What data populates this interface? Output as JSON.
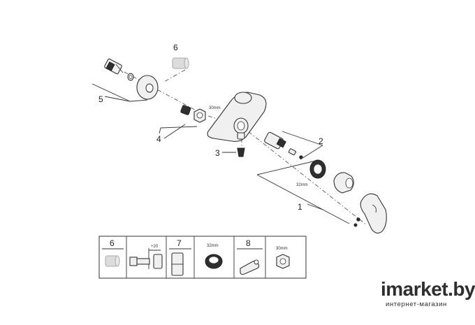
{
  "callouts": {
    "c1": "1",
    "c2": "2",
    "c3": "3",
    "c4": "4",
    "c5": "5",
    "c6": "6"
  },
  "dimensions": {
    "nut": "30mm",
    "ring": "32mm"
  },
  "legend": {
    "box6": "6",
    "box7": "7",
    "box8": "8",
    "ext_dim": "+20",
    "ring_dim": "32mm",
    "nut_dim": "30mm"
  },
  "watermark": {
    "brand": "imarket.by",
    "tagline": "интернет-магазин"
  }
}
